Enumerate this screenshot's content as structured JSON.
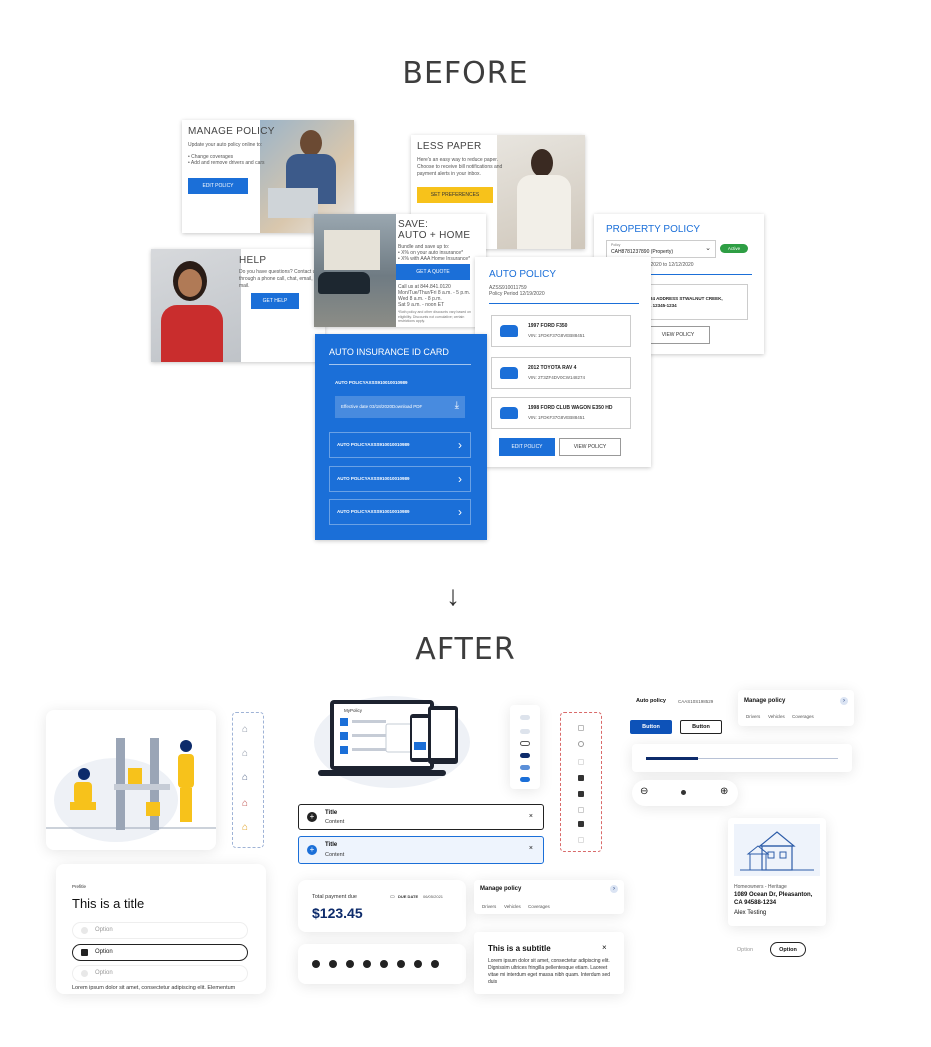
{
  "headings": {
    "before": "BEFORE",
    "after": "AFTER",
    "arrow": "↓"
  },
  "before": {
    "manage_policy": {
      "title": "MANAGE POLICY",
      "intro": "Update your auto policy online to:",
      "bullet1": "• Change coverages",
      "bullet2": "• Add and remove drivers and cars",
      "button": "EDIT POLICY"
    },
    "less_paper": {
      "title": "LESS PAPER",
      "body": "Here's an easy way to reduce paper. Choose to receive bill notifications and payment alerts in your inbox.",
      "button": "SET PREFERENCES"
    },
    "save": {
      "title1": "SAVE:",
      "title2": "AUTO + HOME",
      "intro": "Bundle and save up to:",
      "bullet1": "• X% on your auto insurance*",
      "bullet2": "• X% with AAA Home Insurance*",
      "button": "GET A QUOTE",
      "call": "Call us at 844.841.0120",
      "hours1": "Mon/Tue/Thur/Fri 8 a.m. - 5 p.m.",
      "hours2": "Wed 8 a.m. - 8 p.m.",
      "hours3": "Sat 9 a.m. - noon ET",
      "fine": "*Both policy and other discounts vary based on eligibility. Discounts not cumulative; certain restrictions apply."
    },
    "help": {
      "title": "HELP",
      "body": "Do you have questions? Contact us through a phone call, chat, email, or mail.",
      "button": "GET HELP"
    },
    "property_policy": {
      "title": "PROPERTY POLICY",
      "select_label": "Policy",
      "select_value": "CAH8781237890 (Property)",
      "badge": "Active",
      "period": "Policy Period 12/12/2020 to 12/12/2020",
      "address1": "1234 ADDRESS STWALNUT CREEK,",
      "address2": "CA 12345-1234",
      "button": "VIEW POLICY"
    },
    "auto_policy": {
      "title": "AUTO POLICY",
      "number": "AZSS910011759",
      "period": "Policy Period 12/19/2020",
      "vehicles": [
        {
          "name": "1997 FORD F350",
          "vin": "VIN: 1FDKF37G8VEB88451"
        },
        {
          "name": "2012 TOYOTA RAV 4",
          "vin": "VIN: 2T3ZF4DV0CW148274"
        },
        {
          "name": "1998 FORD CLUB WAGON E350 HD",
          "vin": "VIN: 1FDKF37G8VEB88451"
        }
      ],
      "edit_button": "EDIT POLICY",
      "view_button": "VIEW POLICY"
    },
    "id_card": {
      "title": "AUTO INSURANCE ID CARD",
      "first_label": "AUTO POLICYAXSS910010010989",
      "effective": "Effective date 03/18/2020Download PDF",
      "rows": [
        "AUTO POLICYAXSS910010010989",
        "AUTO POLICYAXSS910010010989",
        "AUTO POLICYAXSS910010010989"
      ]
    }
  },
  "after": {
    "laptop_title": "MyPolicy",
    "accordion": [
      {
        "title": "Title",
        "content": "Content"
      },
      {
        "title": "Title",
        "content": "Content"
      }
    ],
    "form": {
      "prefix": "Prefitle",
      "title": "This is a title",
      "options": [
        "Option",
        "Option",
        "Option"
      ],
      "body": "Lorem ipsum dolor sit amet, consectetur adipiscing elit. Elementum"
    },
    "payment": {
      "label": "Total payment due",
      "due_label": "DUE DATE",
      "due_date": "06/05/2021",
      "amount": "$123.45"
    },
    "manage_policy_card": {
      "title": "Manage policy",
      "tabs": [
        "Drivers",
        "Vehicles",
        "Coverages"
      ]
    },
    "subtitle_card": {
      "title": "This is a subtitle",
      "body": "Lorem ipsum dolor sit amet, consectetur adipiscing elit. Dignissim ultrices fringilla pellentesque etiam. Laoreet vitae mi interdum eget massa nibh quam. Interdum sed duis"
    },
    "auto_policy_small": {
      "label": "Auto policy",
      "number": "CAAS10S198529",
      "button1": "Button",
      "button2": "Button"
    },
    "manage_policy_small": {
      "title": "Manage policy",
      "tabs": [
        "Drivers",
        "Vehicles",
        "Coverages"
      ]
    },
    "stepper_progress": 0.27,
    "home_card": {
      "type": "Homeowners - Heritage",
      "address1": "1089 Ocean Dr, Pleasanton,",
      "address2": "CA 94588-1234",
      "name": "Alex Testing"
    },
    "option_pills": [
      "Option",
      "Option"
    ],
    "colors": {
      "brand_blue": "#1b6fd8",
      "yellow": "#f7c21b",
      "navy": "#0d2b6b",
      "green": "#2e9e44"
    }
  }
}
